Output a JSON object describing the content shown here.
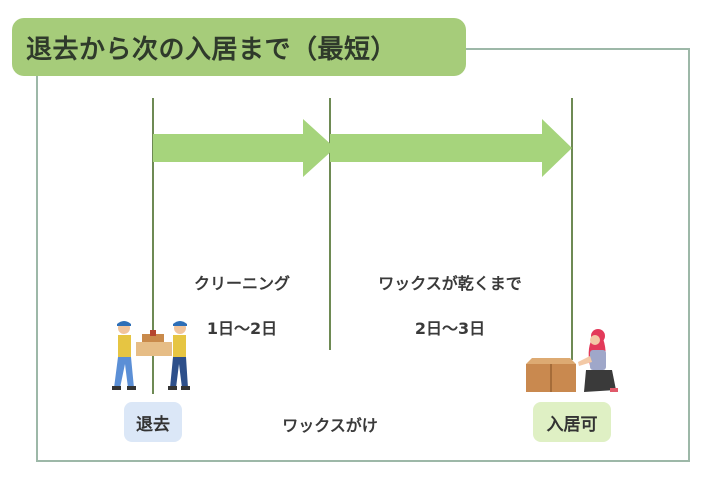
{
  "title": "退去から次の入居まで（最短）",
  "phases": [
    {
      "name": "クリーニング",
      "duration": "1日〜2日"
    },
    {
      "name": "ワックスが乾くまで",
      "duration": "2日〜3日"
    }
  ],
  "markers": {
    "start": "退去",
    "middle": "ワックスがけ",
    "end": "入居可"
  },
  "colors": {
    "banner": "#a6cc7a",
    "arrow": "#a6d47c",
    "frame": "#9db8a8",
    "start_badge": "#dbe7f7",
    "end_badge": "#dff0c4"
  }
}
